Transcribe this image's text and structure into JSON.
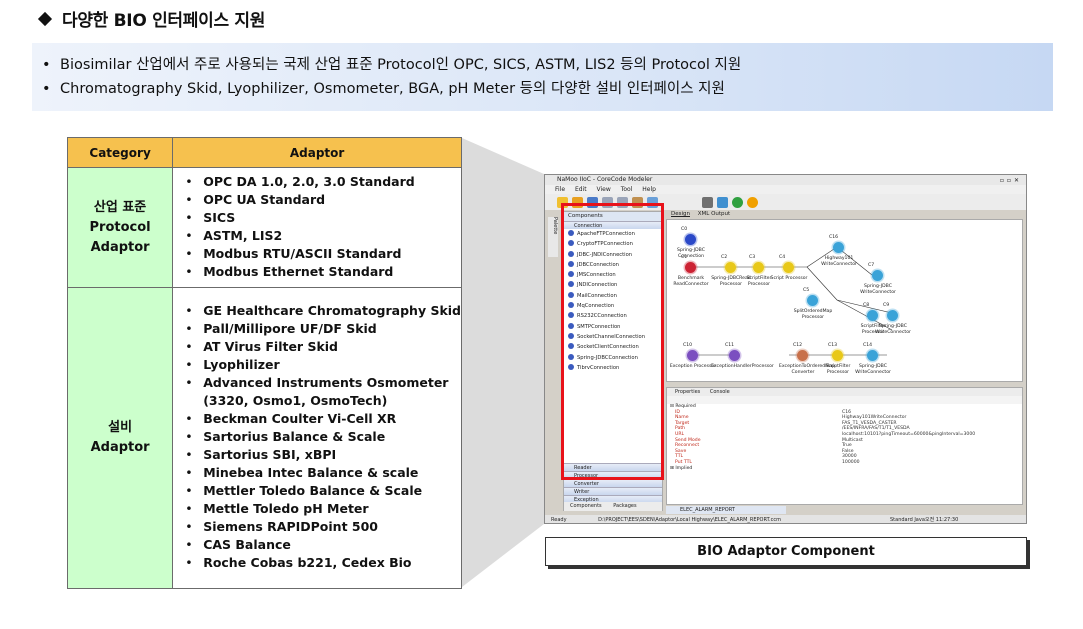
{
  "heading": "다양한 BIO 인터페이스 지원",
  "banner": {
    "bullets": [
      "Biosimilar 산업에서 주로 사용되는 국제 산업 표준 Protocol인 OPC, SICS, ASTM, LIS2  등의 Protocol 지원",
      "Chromatography Skid, Lyophilizer, Osmometer, BGA, pH Meter 등의 다양한 설비 인터페이스 지원"
    ]
  },
  "table": {
    "headers": [
      "Category",
      "Adaptor"
    ],
    "rows": [
      {
        "category_line1": "산업 표준 Protocol",
        "category_line2": "Adaptor",
        "adaptors": [
          "OPC DA 1.0, 2.0, 3.0 Standard",
          "OPC UA Standard",
          "SICS",
          "ASTM, LIS2",
          "Modbus RTU/ASCII Standard",
          "Modbus Ethernet Standard"
        ]
      },
      {
        "category_line1": "설비",
        "category_line2": "Adaptor",
        "adaptors": [
          "GE Healthcare Chromatography Skid",
          "Pall/Millipore  UF/DF Skid",
          "AT Virus Filter Skid",
          "Lyophilizer",
          "Advanced Instruments Osmometer",
          "Beckman Coulter Vi-Cell XR",
          "Sartorius Balance & Scale",
          "Sartorius SBI, xBPI",
          "Minebea Intec Balance & scale",
          "Mettler Toledo Balance & Scale",
          "Mettle Toledo pH Meter",
          "Siemens RAPIDPoint 500",
          "CAS Balance",
          "Roche Cobas b221, Cedex Bio"
        ],
        "osmometer_continuation": "(3320, Osmo1, OsmoTech)"
      }
    ]
  },
  "screenshot": {
    "window_title": "NaMoo IIoC - CoreCode Modeler",
    "menu": [
      "File",
      "Edit",
      "View",
      "Tool",
      "Help"
    ],
    "side_tab": "Palette",
    "components_title": "Components",
    "connection_group": "Connection",
    "components": [
      "ApacheFTPConnection",
      "CryptoFTPConnection",
      "JDBC-JNDIConnection",
      "JDBCConnection",
      "JMSConnection",
      "JNDIConnection",
      "MailConnection",
      "MqConnection",
      "RS232CConnection",
      "SMTPConnection",
      "SocketChannelConnection",
      "SocketClientConnection",
      "Spring-JDBCConnection",
      "TibrvConnection"
    ],
    "categories": [
      "Reader",
      "Processor",
      "Converter",
      "Writer",
      "Exception"
    ],
    "bottom_tabs": [
      "Components",
      "Packages"
    ],
    "editor_tabs": [
      "Design",
      "XML Output"
    ],
    "file_tab": "ELEC_ALARM_REPORT",
    "nodes": [
      {
        "id": "C0",
        "label": "Spring-JDBC Connection",
        "color": "#2b49c8"
      },
      {
        "id": "C1",
        "label": "Benchmark ReadConnector",
        "color": "#cc2233"
      },
      {
        "id": "C2",
        "label": "Spring-JDBCRead Processor",
        "color": "#e8c818"
      },
      {
        "id": "C3",
        "label": "ScriptFilter Processor",
        "color": "#e8c818"
      },
      {
        "id": "C4",
        "label": "Script Processor",
        "color": "#e8c818"
      },
      {
        "id": "C5",
        "label": "SplitOrderedMap Processor",
        "color": "#3aa3d8"
      },
      {
        "id": "C16",
        "label": "Highway101 WriteConnector",
        "color": "#3aa3d8"
      },
      {
        "id": "C7",
        "label": "Spring-JDBC WriteConnector",
        "color": "#3aa3d8"
      },
      {
        "id": "C8",
        "label": "ScriptFilter Processor",
        "color": "#3aa3d8"
      },
      {
        "id": "C9",
        "label": "Spring-JDBC WriteConnector",
        "color": "#3aa3d8"
      },
      {
        "id": "C10",
        "label": "Exception Processor",
        "color": "#7b4fc0"
      },
      {
        "id": "C11",
        "label": "ExceptionHandlerProcessor",
        "color": "#7b4fc0"
      },
      {
        "id": "C12",
        "label": "ExceptionToOrderedMap Converter",
        "color": "#c8704a"
      },
      {
        "id": "C13",
        "label": "ScriptFilter Processor",
        "color": "#e8c818"
      },
      {
        "id": "C14",
        "label": "Spring-JDBC WriteConnector",
        "color": "#3aa3d8"
      }
    ],
    "properties_tabs": [
      "Properties",
      "Console"
    ],
    "properties_group": "Required",
    "properties": [
      {
        "k": "ID",
        "v": "C16"
      },
      {
        "k": "Name",
        "v": "Highway101WriteConnector"
      },
      {
        "k": "Target",
        "v": "FAS_T1_VESDA_CASTER"
      },
      {
        "k": "Path",
        "v": "/EES/INFRA/FAS/T1/T1_VESDA"
      },
      {
        "k": "URL",
        "v": "localhost:10101?pingTimeout=60000&pingInterval=3000"
      },
      {
        "k": "Send Mode",
        "v": "Multicast"
      },
      {
        "k": "Reconnect",
        "v": "True"
      },
      {
        "k": "Save",
        "v": "False"
      },
      {
        "k": "TTL",
        "v": "30000"
      },
      {
        "k": "Put TTL",
        "v": "100000"
      }
    ],
    "implied_group": "Implied",
    "status_ready": "Ready",
    "status_path": "D:\\PROJECT\\EES\\SDEN\\Adaptor\\Local Highway\\ELEC_ALARM_REPORT.ccm",
    "status_right": "Standard Java",
    "status_time": "오전 11:27:30"
  },
  "caption": "BIO Adaptor Component",
  "colors": {
    "header_bg": "#f6c14e",
    "category_bg": "#ccffcc",
    "highlight": "#e8121a",
    "banner_start": "#eef3fb",
    "banner_end": "#c6d8f3"
  }
}
